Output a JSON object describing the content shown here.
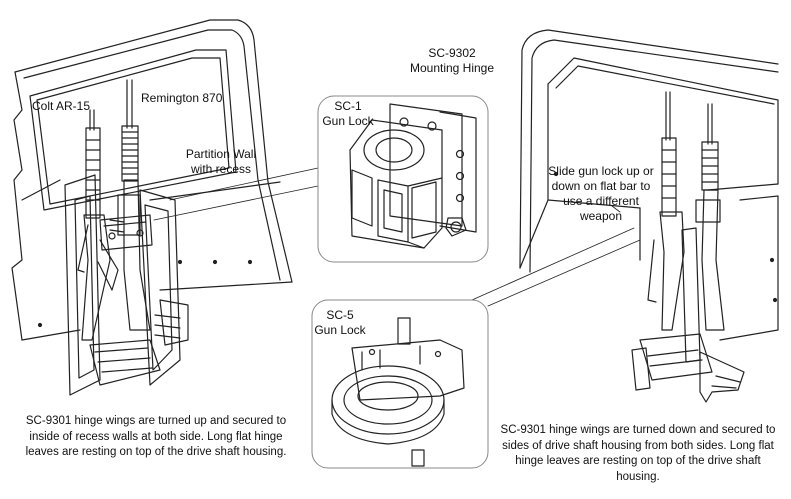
{
  "labels": {
    "colt": "Colt AR-15",
    "remington": "Remington 870",
    "partition_line1": "Partition Wall",
    "partition_line2": "with recess",
    "sc1_line1": "SC-1",
    "sc1_line2": "Gun Lock",
    "sc9302_line1": "SC-9302",
    "sc9302_line2": "Mounting Hinge",
    "sc5_line1": "SC-5",
    "sc5_line2": "Gun Lock",
    "slide_line1": "Slide gun lock up or",
    "slide_line2": "down on flat bar to",
    "slide_line3": "use a different",
    "slide_line4": "weapon"
  },
  "captions": {
    "left_line1": "SC-9301 hinge wings are turned up and secured to",
    "left_line2": "inside of recess walls at both side. Long flat hinge",
    "left_line3": "leaves are resting on top of the drive shaft  housing.",
    "right_line1": "SC-9301 hinge wings are turned down and secured to",
    "right_line2": "sides of drive shaft housing from both sides. Long flat",
    "right_line3": "hinge leaves are resting on top of the drive shaft",
    "right_line4": "housing."
  }
}
